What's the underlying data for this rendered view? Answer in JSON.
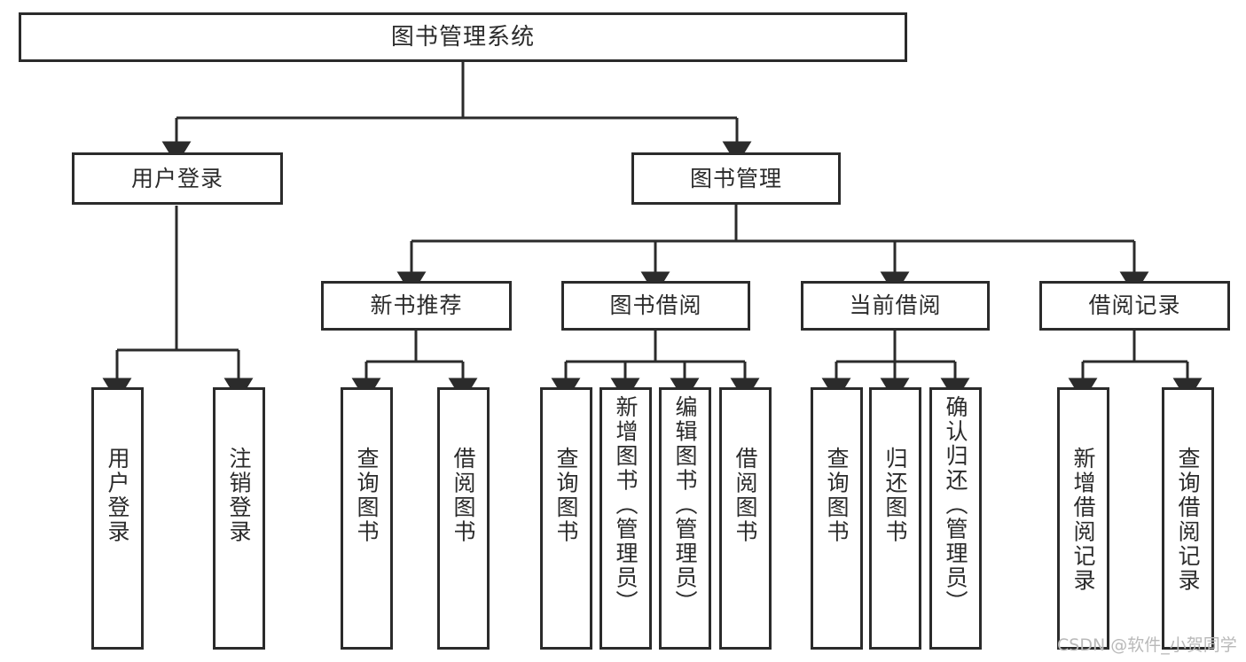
{
  "diagram": {
    "type": "tree",
    "title": "图书管理系统",
    "orientation": "top-down",
    "levels": 4,
    "colors": {
      "box_border": "#2b2b2b",
      "box_fill": "#ffffff",
      "edge": "#2b2b2b",
      "background": "#ffffff",
      "watermark": "#b9b9b9"
    }
  },
  "nodes": {
    "root": {
      "label": "图书管理系统"
    },
    "level2": [
      {
        "label": "用户登录"
      },
      {
        "label": "图书管理"
      }
    ],
    "level3": [
      {
        "label": "新书推荐"
      },
      {
        "label": "图书借阅"
      },
      {
        "label": "当前借阅"
      },
      {
        "label": "借阅记录"
      }
    ],
    "leaves_user_login": [
      {
        "label": "用户登录"
      },
      {
        "label": "注销登录"
      }
    ],
    "leaves_new_book": [
      {
        "label": "查询图书"
      },
      {
        "label": "借阅图书"
      }
    ],
    "leaves_borrow": [
      {
        "label": "查询图书"
      },
      {
        "label": "新增图书（管理员）"
      },
      {
        "label": "编辑图书（管理员）"
      },
      {
        "label": "借阅图书"
      }
    ],
    "leaves_current": [
      {
        "label": "查询图书"
      },
      {
        "label": "归还图书"
      },
      {
        "label": "确认归还（管理员）"
      }
    ],
    "leaves_records": [
      {
        "label": "新增借阅记录"
      },
      {
        "label": "查询借阅记录"
      }
    ]
  },
  "watermark": {
    "text": "CSDN @软件_小贺同学"
  }
}
